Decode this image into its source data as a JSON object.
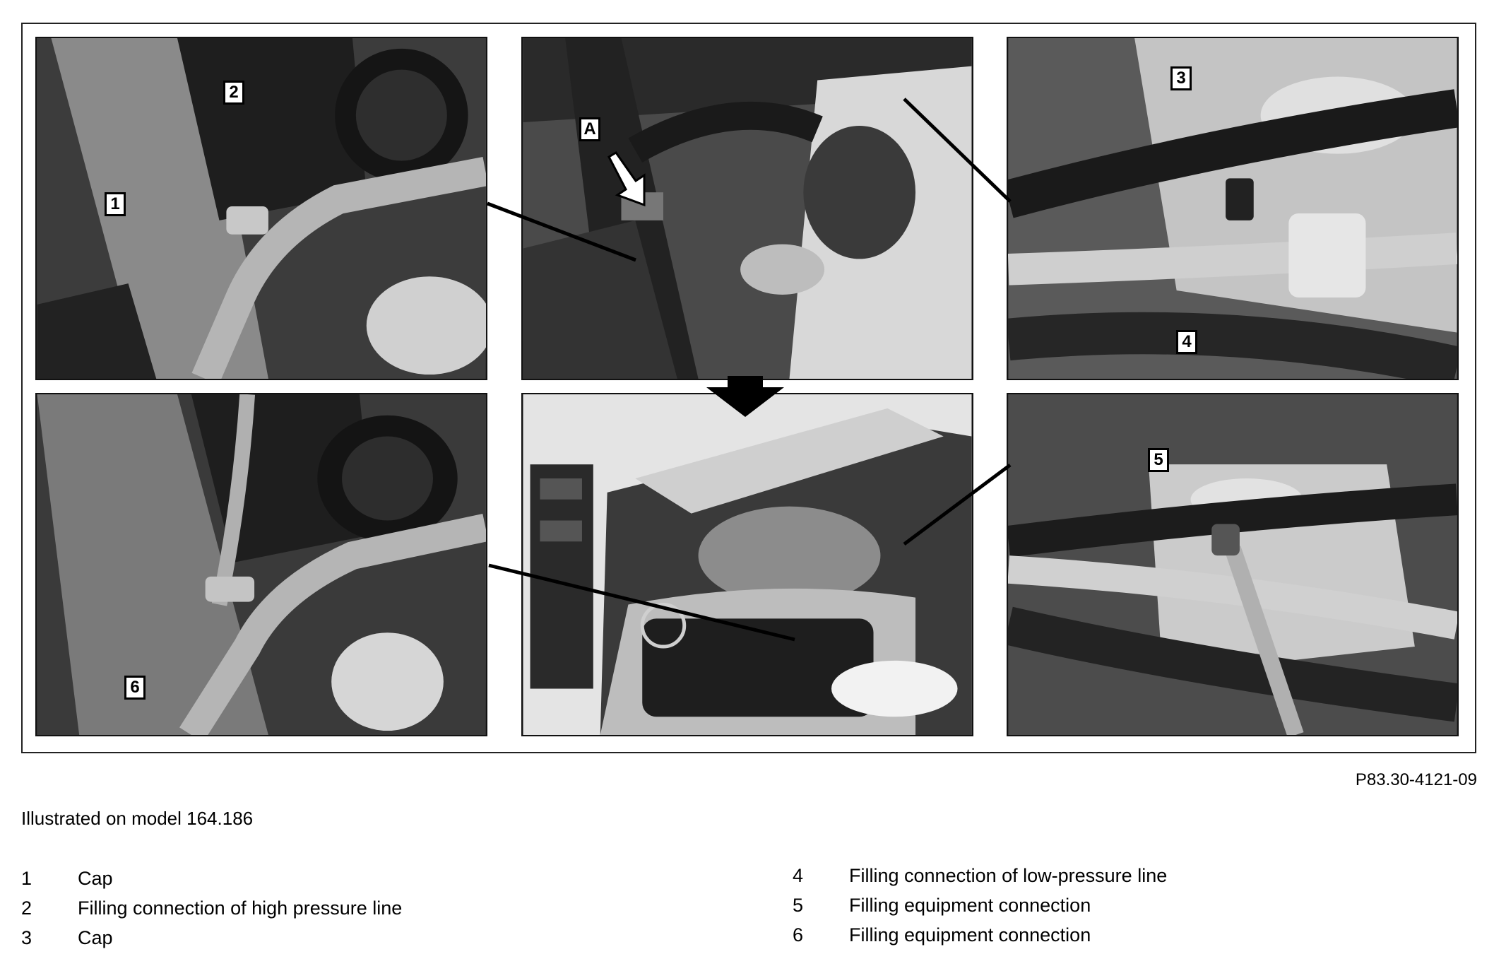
{
  "figure": {
    "reference_code": "P83.30-4121-09",
    "callouts": [
      "1",
      "2",
      "3",
      "4",
      "5",
      "6",
      "A"
    ]
  },
  "caption": "Illustrated on model 164.186",
  "legend": [
    {
      "number": "1",
      "text": "Cap"
    },
    {
      "number": "2",
      "text": "Filling connection of high pressure line"
    },
    {
      "number": "3",
      "text": "Cap"
    },
    {
      "number": "4",
      "text": "Filling connection of low-pressure line"
    },
    {
      "number": "5",
      "text": "Filling equipment connection"
    },
    {
      "number": "6",
      "text": "Filling equipment connection"
    }
  ]
}
